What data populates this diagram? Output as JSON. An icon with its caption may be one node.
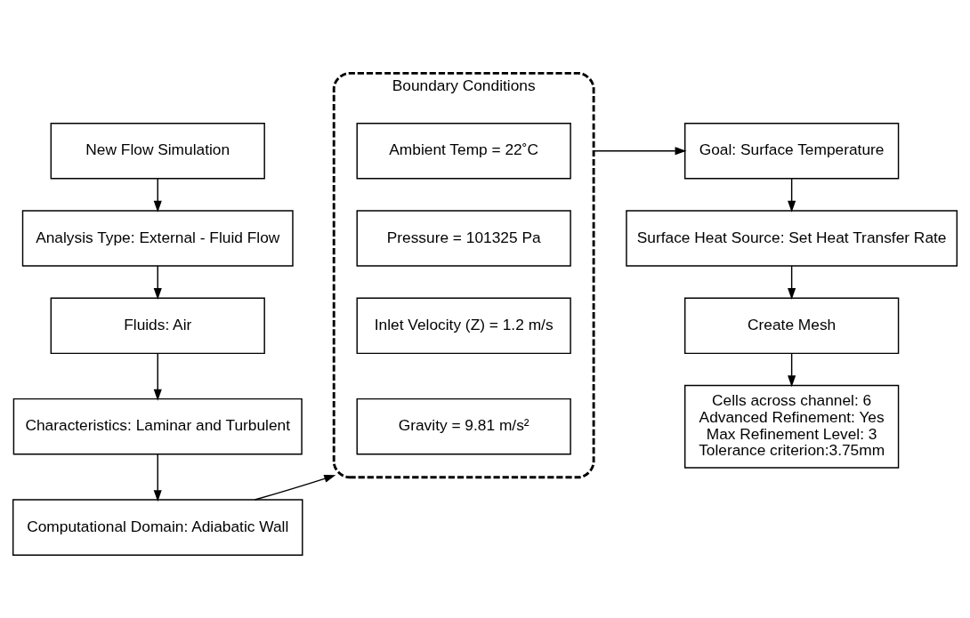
{
  "diagram": {
    "nodes": [
      {
        "text": [
          "New Flow Simulation"
        ]
      },
      {
        "text": [
          "Analysis Type: External - Fluid Flow"
        ]
      },
      {
        "text": [
          "Fluids: Air"
        ]
      },
      {
        "text": [
          "Characteristics: Laminar and Turbulent"
        ]
      },
      {
        "text": [
          "Computational Domain: Adiabatic Wall"
        ]
      },
      {
        "text": [
          "Boundary Conditions"
        ]
      },
      {
        "text": [
          "Ambient Temp = 22˚C"
        ],
        "in": 5
      },
      {
        "text": [
          "Pressure = 101325 Pa"
        ],
        "in": 5
      },
      {
        "text": [
          "Inlet Velocity (Z) = 1.2 m/s"
        ],
        "in": 5
      },
      {
        "text": [
          "Gravity = 9.81 m/s²"
        ],
        "in": 5
      },
      {
        "text": [
          "Goal: Surface Temperature"
        ]
      },
      {
        "text": [
          "Surface Heat Source: Set Heat Transfer Rate"
        ]
      },
      {
        "text": [
          "Create Mesh"
        ]
      },
      {
        "text": [
          "Cells across channel: 6",
          "Advanced Refinement: Yes",
          "Max Refinement Level: 3",
          "Tolerance criterion:3.75mm"
        ]
      }
    ],
    "edges": [
      {
        "from": 0,
        "to": 1,
        "arrow": "to"
      },
      {
        "from": 1,
        "to": 2,
        "arrow": "to"
      },
      {
        "from": 2,
        "to": 3,
        "arrow": "to"
      },
      {
        "from": 3,
        "to": 4,
        "arrow": "to"
      },
      {
        "from": 4,
        "to": 5,
        "arrow": "to"
      },
      {
        "from": 5,
        "to": 10,
        "arrow": "to"
      },
      {
        "from": 10,
        "to": 11,
        "arrow": "to"
      },
      {
        "from": 11,
        "to": 12,
        "arrow": "to"
      },
      {
        "from": 12,
        "to": 13,
        "arrow": "to"
      }
    ]
  }
}
